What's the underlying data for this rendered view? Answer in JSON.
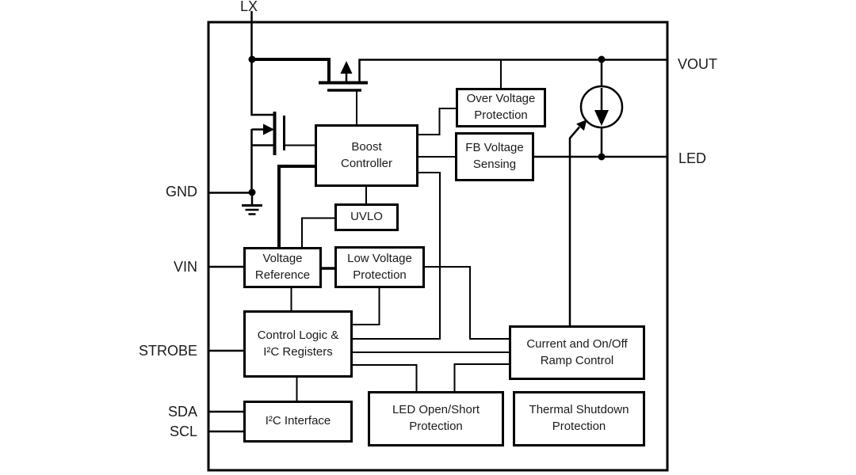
{
  "diagram_type": "ic-functional-block-diagram",
  "colors": {
    "line": "#000000",
    "text": "#1a1a1a",
    "background": "#ffffff"
  },
  "pins": {
    "lx": "LX",
    "vout": "VOUT",
    "led": "LED",
    "gnd": "GND",
    "vin": "VIN",
    "strobe": "STROBE",
    "sda": "SDA",
    "scl": "SCL"
  },
  "blocks": {
    "boost": "Boost\nController",
    "ovp": "Over Voltage\nProtection",
    "fb": "FB Voltage\nSensing",
    "uvlo": "UVLO",
    "vref": "Voltage\nReference",
    "lvp": "Low Voltage\nProtection",
    "ctrl": "Control Logic &\nI²C Registers",
    "ramp": "Current and On/Off\nRamp Control",
    "i2c": "I²C Interface",
    "ledp": "LED Open/Short\nProtection",
    "thermal": "Thermal Shutdown\nProtection"
  },
  "symbols": [
    "nmos-switch-transistor",
    "pmos-pass-transistor",
    "controlled-current-source",
    "ground"
  ]
}
